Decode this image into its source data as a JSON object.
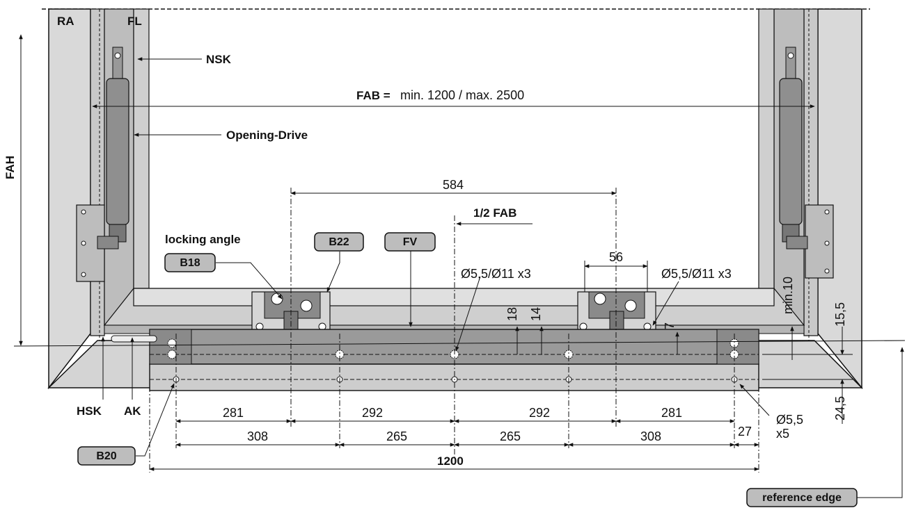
{
  "labels": {
    "ra": "RA",
    "fl": "FL",
    "nsk": "NSK",
    "opening_drive": "Opening-Drive",
    "fah": "FAH",
    "fab": "FAB =",
    "fab_value": "min.  1200 / max. 2500",
    "half_fab": "1/2 FAB",
    "locking_angle": "locking angle",
    "hsk": "HSK",
    "ak": "AK"
  },
  "tags": {
    "b18": "B18",
    "b22": "B22",
    "fv": "FV",
    "b20": "B20",
    "reference_edge": "reference edge"
  },
  "dims": {
    "d584": "584",
    "d56": "56",
    "hole_left": "Ø5,5/Ø11 x3",
    "hole_right": "Ø5,5/Ø11 x3",
    "d18": "18",
    "d14": "14",
    "d7": "7",
    "min10": "min.10",
    "d15_5": "15,5",
    "d24_5": "24,5",
    "hole_bottom_a": "Ø5,5",
    "hole_bottom_b": "x5",
    "top_row": [
      "281",
      "292",
      "292",
      "281"
    ],
    "bottom_row": [
      "308",
      "265",
      "265",
      "308",
      "27"
    ],
    "total": "1200"
  }
}
